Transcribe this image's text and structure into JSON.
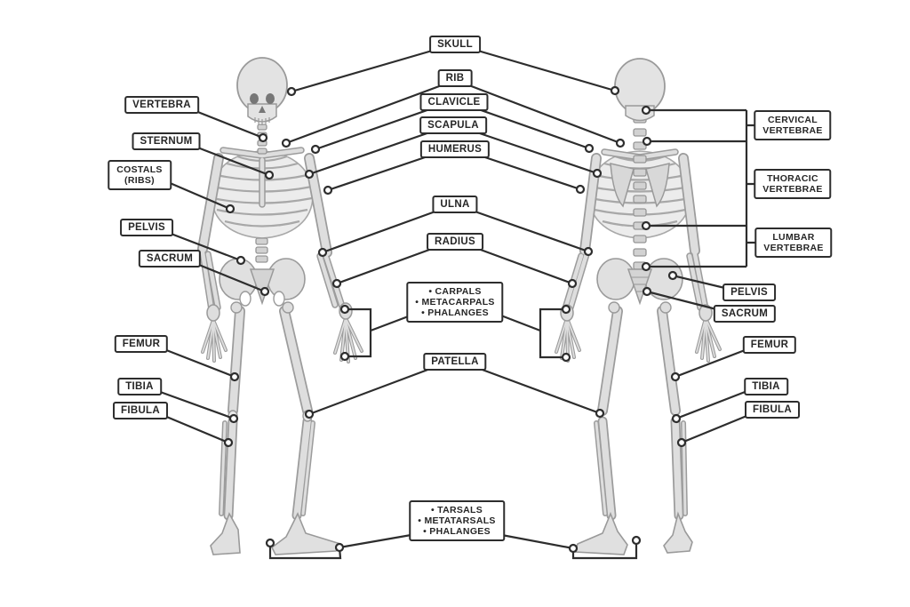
{
  "colors": {
    "background": "#ffffff",
    "leader_line": "#2d2d2d",
    "label_border": "#2d2d2d",
    "label_background": "#ffffff",
    "label_text": "#262626",
    "bone_fill": "#dedede",
    "bone_outline": "#9c9c9c"
  },
  "labels": {
    "skull": "SKULL",
    "rib": "RIB",
    "clavicle": "CLAVICLE",
    "scapula": "SCAPULA",
    "humerus": "HUMERUS",
    "ulna": "ULNA",
    "radius": "RADIUS",
    "carpals_group": [
      "• CARPALS",
      "• METACARPALS",
      "• PHALANGES"
    ],
    "patella": "PATELLA",
    "tarsals_group": [
      "• TARSALS",
      "• METATARSALS",
      "• PHALANGES"
    ],
    "vertebra": "VERTEBRA",
    "sternum": "STERNUM",
    "costals": [
      "COSTALS",
      "(RIBS)"
    ],
    "pelvis_left": "PELVIS",
    "sacrum_left": "SACRUM",
    "femur_left": "FEMUR",
    "tibia_left": "TIBIA",
    "fibula_left": "FIBULA",
    "cervical_vertebrae": [
      "CERVICAL",
      "VERTEBRAE"
    ],
    "thoracic_vertebrae": [
      "THORACIC",
      "VERTEBRAE"
    ],
    "lumbar_vertebrae": [
      "LUMBAR",
      "VERTEBRAE"
    ],
    "pelvis_right": "PELVIS",
    "sacrum_right": "SACRUM",
    "femur_right": "FEMUR",
    "tibia_right": "TIBIA",
    "fibula_right": "FIBULA"
  }
}
